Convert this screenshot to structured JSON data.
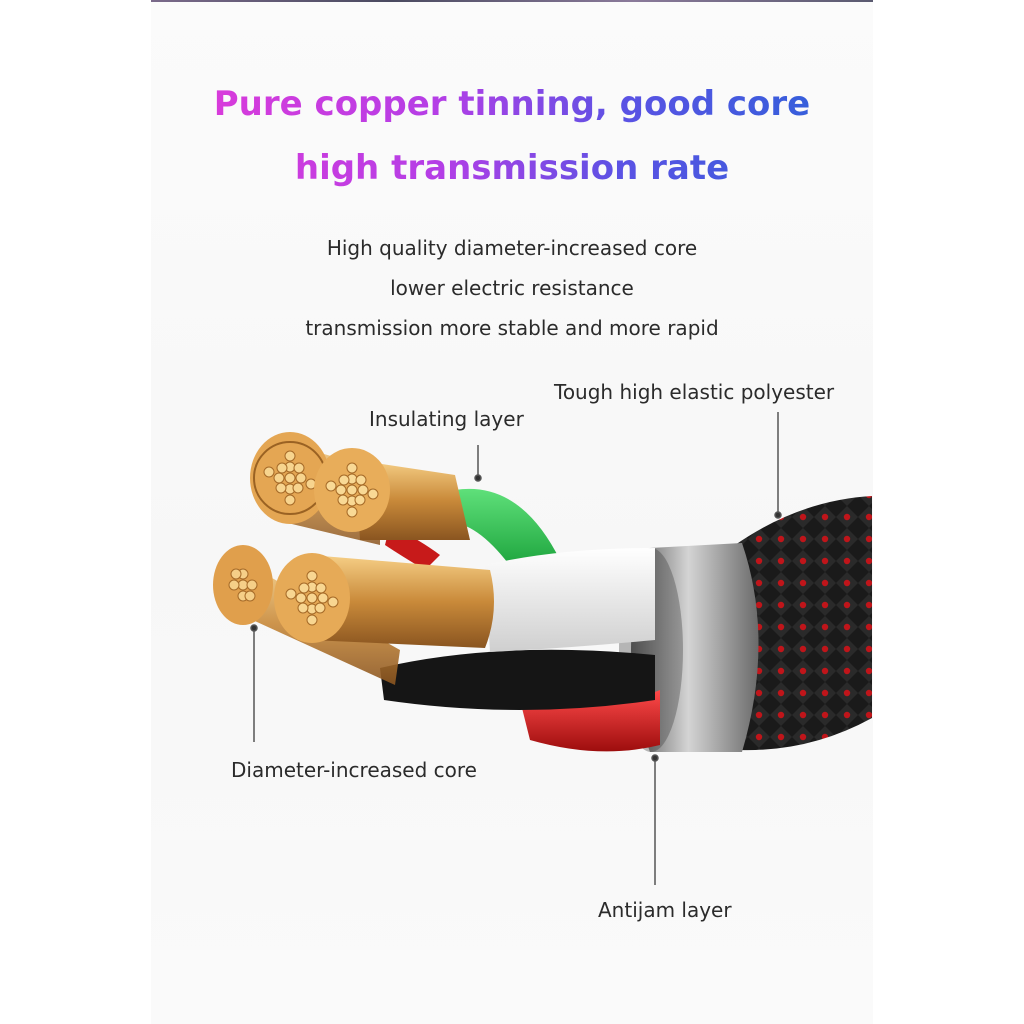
{
  "headline": {
    "line1": "Pure copper tinning, good core",
    "line2": "high transmission rate",
    "gradient": [
      "#e23ad8",
      "#b43ee6",
      "#5b52e4",
      "#2a62d8"
    ]
  },
  "description": {
    "line1": "High quality diameter-increased core",
    "line2": "lower electric resistance",
    "line3": "transmission more stable and more rapid"
  },
  "labels": {
    "insulating": "Insulating layer",
    "polyester": "Tough high elastic polyester",
    "core": "Diameter-increased core",
    "antijam": "Antijam layer"
  },
  "colors": {
    "copper": "#c98a3a",
    "copper_light": "#f2c478",
    "insulation_green": "#2bb54a",
    "insulation_red": "#d81c1c",
    "insulation_white": "#f2f2f2",
    "insulation_black": "#151515",
    "braid_black": "#1a1a1a",
    "braid_red": "#c0151a"
  }
}
